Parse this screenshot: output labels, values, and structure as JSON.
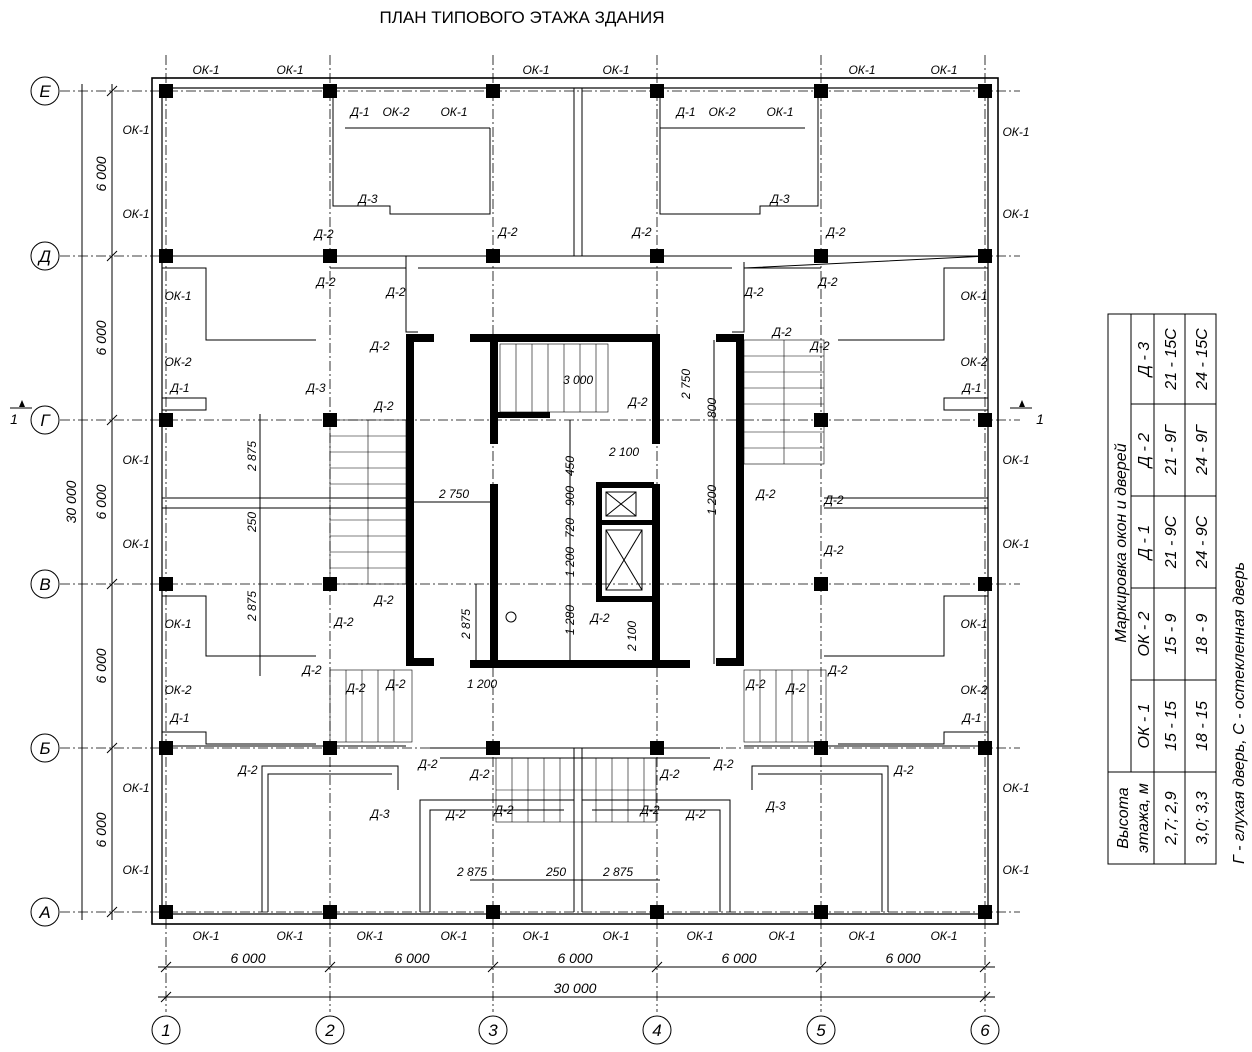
{
  "title": "ПЛАН ТИПОВОГО ЭТАЖА ЗДАНИЯ",
  "grid": {
    "rows": [
      "Е",
      "Д",
      "Г",
      "В",
      "Б",
      "А"
    ],
    "cols": [
      "1",
      "2",
      "3",
      "4",
      "5",
      "6"
    ]
  },
  "dims": {
    "span": "6 000",
    "total": "30 000",
    "d2875": "2 875",
    "d250": "250",
    "d2750": "2 750",
    "d2100": "2 100",
    "d1200": "1 200",
    "d1280": "1 280",
    "d720": "720",
    "d900": "900",
    "d450": "450",
    "d800": "800",
    "d3000": "3 000"
  },
  "section_mark": {
    "label": "1"
  },
  "marks": {
    "ok1": "ОК-1",
    "ok2": "ОК-2",
    "d1": "Д-1",
    "d2": "Д-2",
    "d3": "Д-3"
  },
  "legend": {
    "h1": "Высота",
    "h2": "этажа, м",
    "header": "Маркировка окон и дверей",
    "cols": [
      "ОК - 1",
      "ОК - 2",
      "Д - 1",
      "Д - 2",
      "Д - 3"
    ],
    "rows": [
      {
        "h": "2,7; 2,9",
        "vals": [
          "15 - 15",
          "15 - 9",
          "21 - 9С",
          "21 - 9Г",
          "21 - 15С"
        ]
      },
      {
        "h": "3,0; 3,3",
        "vals": [
          "18 - 15",
          "18 - 9",
          "24 - 9С",
          "24 - 9Г",
          "24 - 15С"
        ]
      }
    ],
    "note": "Г - глухая дверь, С - остекленная дверь"
  }
}
